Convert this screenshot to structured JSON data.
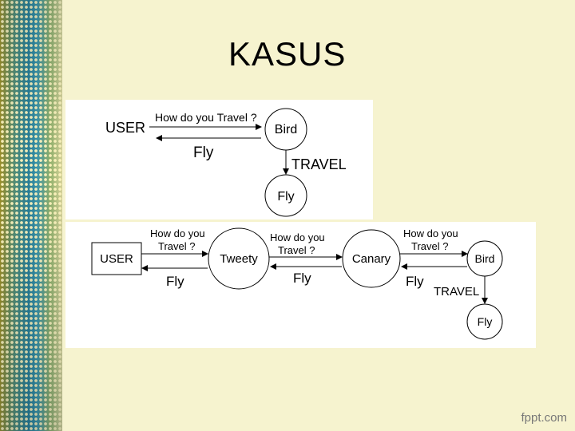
{
  "slide": {
    "title": "KASUS",
    "footer": "fppt.com"
  },
  "diagram_top": {
    "user": "USER",
    "question": "How do you Travel ?",
    "bird": "Bird",
    "reply": "Fly",
    "travel": "TRAVEL",
    "fly_node": "Fly"
  },
  "diagram_bottom": {
    "user": "USER",
    "question1": "How do you\nTravel ?",
    "tweety": "Tweety",
    "reply1": "Fly",
    "question2": "How do you\nTravel ?",
    "canary": "Canary",
    "reply2": "Fly",
    "question3": "How do you\nTravel ?",
    "bird": "Bird",
    "reply3": "Fly",
    "travel": "TRAVEL",
    "fly_node": "Fly"
  },
  "colors": {
    "background": "#f6f3cf",
    "panel": "#ffffff",
    "line": "#000000"
  }
}
